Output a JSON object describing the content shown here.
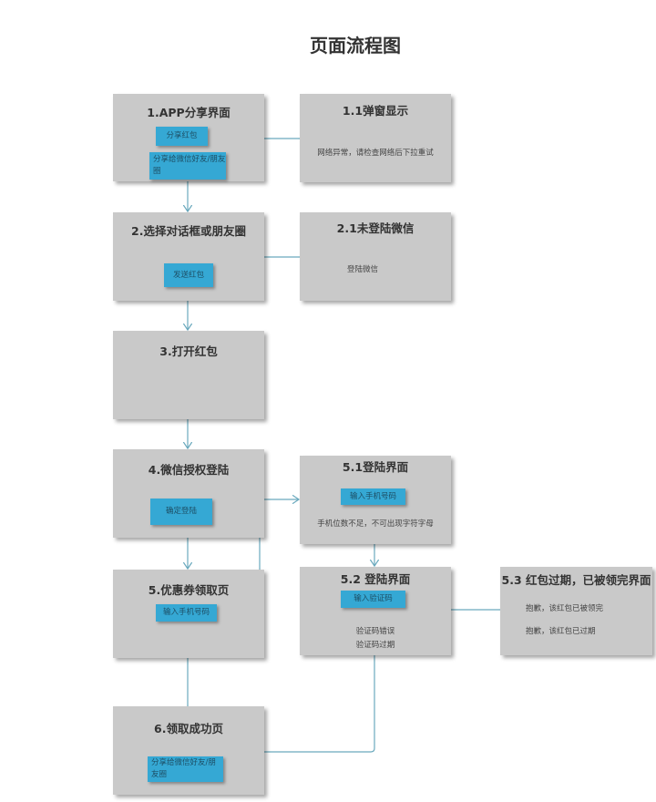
{
  "title": "页面流程图",
  "colors": {
    "box": "#c9c9c9",
    "button": "#35a8d4",
    "connector": "#6aa9bd"
  },
  "nodes": {
    "n1": {
      "title": "1.APP分享界面",
      "buttons": [
        "分享红包",
        "分享给微信好友/朋友圈"
      ]
    },
    "n1_1": {
      "title": "1.1弹窗显示",
      "text": "网络异常，请检查网络后下拉重试"
    },
    "n2": {
      "title": "2.选择对话框或朋友圈",
      "buttons": [
        "发送红包"
      ]
    },
    "n2_1": {
      "title": "2.1未登陆微信",
      "text": "登陆微信"
    },
    "n3": {
      "title": "3.打开红包"
    },
    "n4": {
      "title": "4.微信授权登陆",
      "buttons": [
        "确定登陆"
      ]
    },
    "n5": {
      "title": "5.优惠券领取页",
      "buttons": [
        "输入手机号码"
      ]
    },
    "n5_1": {
      "title": "5.1登陆界面",
      "buttons": [
        "输入手机号码"
      ],
      "text": "手机位数不足，不可出现字符字母"
    },
    "n5_2": {
      "title": "5.2 登陆界面",
      "buttons": [
        "输入验证码"
      ],
      "lines": [
        "验证码错误",
        "验证码过期"
      ]
    },
    "n5_3": {
      "title": "5.3 红包过期，已被领完界面",
      "lines": [
        "抱歉，该红包已被领完",
        "抱歉，该红包已过期"
      ]
    },
    "n6": {
      "title": "6.领取成功页",
      "buttons": [
        "分享给微信好友/朋友圈"
      ]
    }
  }
}
